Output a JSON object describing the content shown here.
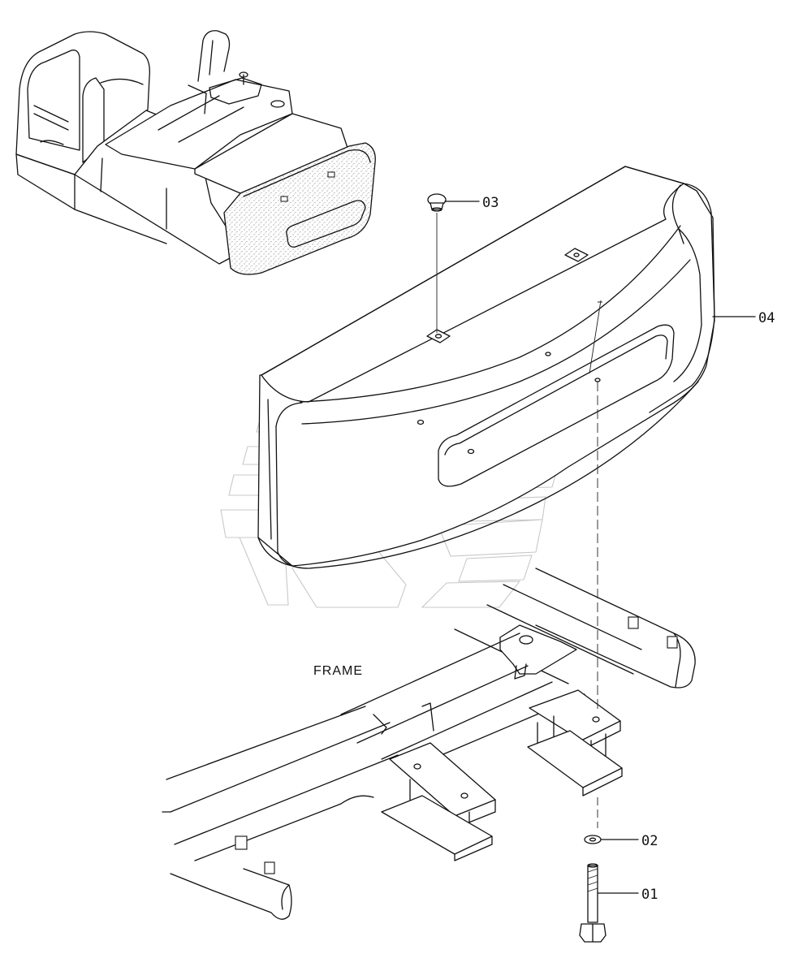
{
  "diagram": {
    "frame_label": "FRAME",
    "callouts": [
      {
        "id": "01",
        "text": "01"
      },
      {
        "id": "02",
        "text": "02"
      },
      {
        "id": "03",
        "text": "03"
      },
      {
        "id": "04",
        "text": "04"
      }
    ]
  },
  "colors": {
    "line": "#111111",
    "watermark": "#c8c8c8",
    "background": "#ffffff"
  }
}
